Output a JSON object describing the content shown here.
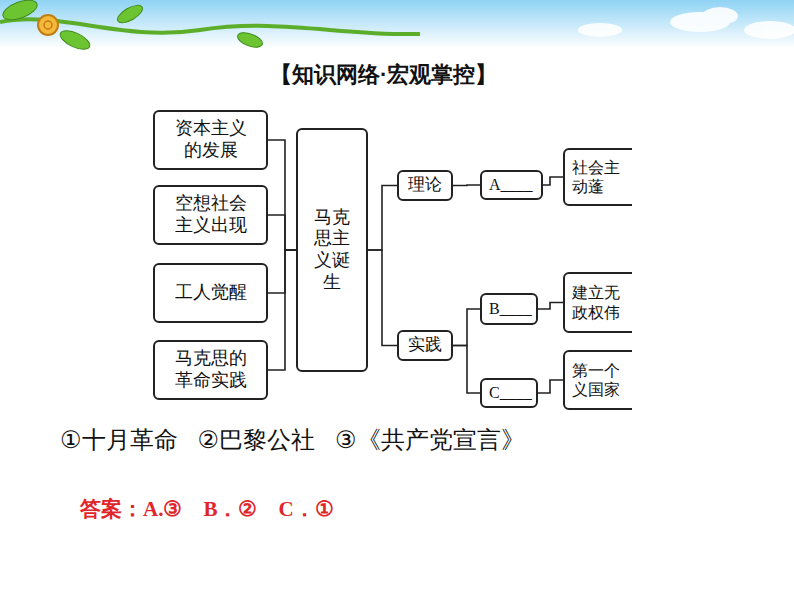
{
  "diagram": {
    "title": "【知识网络·宏观掌控】",
    "nodes": [
      {
        "text": [
          "资本主义的发展"
        ]
      },
      {
        "text": [
          "空想社会主义出现"
        ]
      },
      {
        "text": [
          "工人觉醒"
        ]
      },
      {
        "text": [
          "马克思的革命实践"
        ]
      },
      {
        "text": [
          "马克思主义诞生"
        ]
      },
      {
        "text": [
          "理论"
        ]
      },
      {
        "text": [
          "A____"
        ]
      },
      {
        "text": [
          "社会主 动蓬"
        ]
      },
      {
        "text": [
          "实践"
        ]
      },
      {
        "text": [
          "B____"
        ]
      },
      {
        "text": [
          "建立无 政权伟"
        ]
      },
      {
        "text": [
          "C____"
        ]
      },
      {
        "text": [
          "第一个 义国家"
        ]
      }
    ],
    "edges": [
      {
        "from": 0,
        "to": 4,
        "arrow": "none"
      },
      {
        "from": 1,
        "to": 4,
        "arrow": "none"
      },
      {
        "from": 2,
        "to": 4,
        "arrow": "none"
      },
      {
        "from": 3,
        "to": 4,
        "arrow": "none"
      },
      {
        "from": 4,
        "to": 5,
        "arrow": "none"
      },
      {
        "from": 4,
        "to": 8,
        "arrow": "none"
      },
      {
        "from": 5,
        "to": 6,
        "arrow": "none"
      },
      {
        "from": 6,
        "to": 7,
        "arrow": "none"
      },
      {
        "from": 8,
        "to": 9,
        "arrow": "none"
      },
      {
        "from": 8,
        "to": 11,
        "arrow": "none"
      },
      {
        "from": 9,
        "to": 10,
        "arrow": "none"
      },
      {
        "from": 11,
        "to": 12,
        "arrow": "none"
      }
    ],
    "labels": [
      "①十月革命",
      "②巴黎公社",
      "③《共产党宣言》",
      "答案：A.③　B．②　C．①"
    ]
  }
}
